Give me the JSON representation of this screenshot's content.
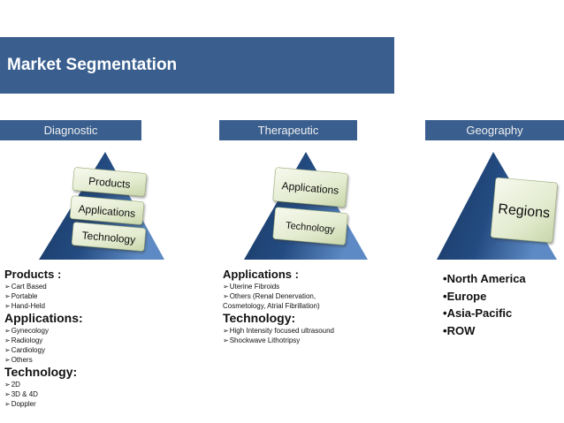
{
  "title": "Market Segmentation",
  "columns": [
    {
      "header": "Diagnostic",
      "tiles": [
        "Products",
        "Applications",
        "Technology"
      ],
      "sections": [
        {
          "heading": "Products :",
          "items": [
            "Cart Based",
            "Portable",
            "Hand-Held"
          ]
        },
        {
          "heading": "Applications:",
          "items": [
            "Gynecology",
            "Radiology",
            "Cardiology",
            "Others"
          ]
        },
        {
          "heading": "Technology:",
          "items": [
            "2D",
            "3D & 4D",
            "Doppler"
          ]
        }
      ]
    },
    {
      "header": "Therapeutic",
      "tiles": [
        "Applications",
        "Technology"
      ],
      "sections": [
        {
          "heading": "Applications :",
          "items": [
            "Uterine Fibroids",
            "Others (Renal Denervation,",
            "Cosmetology, Atrial Fibrillation)"
          ]
        },
        {
          "heading": "Technology:",
          "items": [
            "High Intensity focused ultrasound",
            "Shockwave Lithotripsy"
          ]
        }
      ]
    },
    {
      "header": "Geography",
      "tiles": [
        "Regions"
      ],
      "sections": [
        {
          "heading": "",
          "items": [
            "North America",
            "Europe",
            "Asia-Pacific",
            "ROW"
          ]
        }
      ]
    }
  ],
  "colors": {
    "header_blue": "#3a5f8f",
    "triangle_dark": "#1c3f6b",
    "triangle_light": "#5d8ac4",
    "tile_light": "#eaf1dc",
    "tile_mid": "#c7d5a6"
  }
}
